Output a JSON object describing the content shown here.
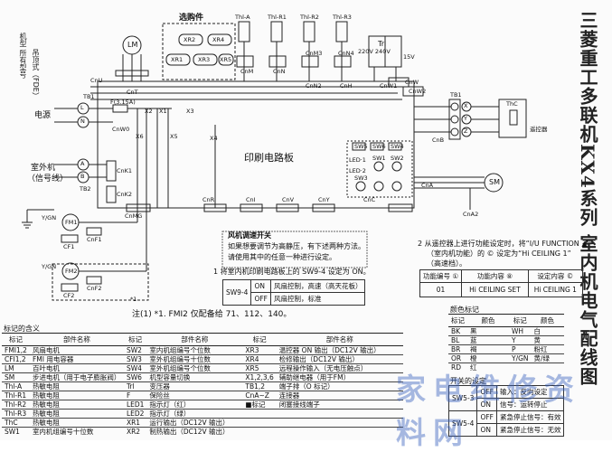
{
  "title": "三菱重工多联机KX4系列 室内机电气配线图",
  "side_note": "机型 所有型号",
  "side_note2": "吊顶式（FDE）",
  "options_label": "选购件",
  "pcb_label": "印刷电路板",
  "labels": {
    "power": "电源",
    "outdoor": "室外机",
    "signal": "（信号线）",
    "remote": "遥控器",
    "trl": "Trl",
    "tb1": "TB1",
    "tb2": "TB2",
    "fuse": "F(3.15A)",
    "lm": "LM",
    "sm": "SM",
    "fm1": "FM1",
    "fm2": "FM2",
    "cf1": "CF1",
    "cf2": "CF2",
    "cnf1": "CnF1",
    "cnf2": "CnF2",
    "ygn1": "Y/GN",
    "ygn2": "Y/GN",
    "star1": "*1",
    "tha": "Thl-A",
    "thr1": "Thl-R1",
    "thr2": "Thl-R2",
    "thr3": "Thl-R3",
    "thc": "ThC",
    "xr1": "XR1",
    "xr2": "XR2",
    "xr3": "XR3",
    "xr4": "XR4",
    "xr5": "XR5",
    "x1": "X1",
    "x2": "X2",
    "x3": "X3",
    "x4": "X4",
    "x5": "X5",
    "x6": "X6",
    "volt": "220V 240V",
    "v15": "15V",
    "cnu": "CnU",
    "cnt": "CnT",
    "cnw0": "CnW0",
    "cnk1": "CnK1",
    "cnk2": "CnK2",
    "cnmg": "CnMG",
    "cnr": "CnR",
    "cni": "CnI",
    "cnv": "CnV",
    "cny": "CnY",
    "cnc": "CnC",
    "cnb": "CnB",
    "cna": "CnA",
    "cna2": "CnA2",
    "cnw": "CnW",
    "cnn": "CnN",
    "cnm": "CnM",
    "cnm3": "CnM3",
    "cnn2": "CnN2",
    "cnn4": "CnN4",
    "cnh": "CnH",
    "cnw1": "CnW1",
    "cnw2": "CnW2",
    "sw5": "SW5",
    "sw6": "SW6",
    "sw4": "SW4",
    "sw1": "SW1",
    "sw2": "SW2",
    "sw3": "SW3",
    "led1": "LED·1",
    "led2": "LED·2",
    "l": "L",
    "n": "N",
    "a": "A",
    "b": "B",
    "x": "X",
    "y": "Y",
    "z": "Z",
    "red": "RD",
    "wh": "WH",
    "bk": "BK",
    "bl": "BL",
    "or": "OR"
  },
  "fan_notes": {
    "heading": "风机调速开关",
    "line1": "如果想要调节为高静压，有下述两种方法。",
    "line2": "请使用其中的任意一种进行设定。",
    "step1": "1  将室内机印刷电路板上的 SW9-4 设定为 ON。",
    "sw_table": [
      [
        "SW9-4",
        "ON",
        "风扇控制，高速（高天花板）"
      ],
      [
        "",
        "OFF",
        "风扇控制，标准"
      ]
    ],
    "step2": "2  从遥控器上进行功能设定时，将“I/U FUNCTION ▲”",
    "step2b": "（室内机功能）的 © 设定为“Hi CEILING 1”",
    "step2c": "（高速档）。",
    "func_headers": [
      "功能编号 ①",
      "功能内容 ⑧",
      "设定内容 ©"
    ],
    "func_row": [
      "01",
      "Hi CEILING SET",
      "Hi CEILING 1"
    ]
  },
  "note1": "注(1) *1. FMI2 仅配备给 71、112、140。",
  "legend": {
    "title": "标记的含义",
    "headers": [
      "标记",
      "部件名称",
      "标记",
      "部件名称",
      "标记",
      "部件名称"
    ],
    "rows": [
      [
        "FMI1,2",
        "风扇电机",
        "SW2",
        "室内机组编号个位数",
        "XR3",
        "温控器 ON 输出（DC12V 输出）"
      ],
      [
        "CFI1,2",
        "FMI 用电容器",
        "SW3",
        "室外机组编号十位数",
        "XR4",
        "检修输出（DC12V 输出）"
      ],
      [
        "LM",
        "百叶电机",
        "SW4",
        "室外机组编号个位数",
        "XR5",
        "远程操作输入（无电压触点）"
      ],
      [
        "SM",
        "步进电机（用于电子膨胀阀）",
        "SW6",
        "机型容量切换",
        "X1,2,3,6",
        "辅助继电器（用于FM）"
      ],
      [
        "Thl-A",
        "热敏电阻",
        "Trl",
        "变压器",
        "TB1,2",
        "端子排（O 标记）"
      ],
      [
        "Thl-R1",
        "热敏电阻",
        "F",
        "保险丝",
        "CnA~Z",
        "连接器"
      ],
      [
        "Thl-R2",
        "热敏电阻",
        "LED1",
        "指示灯（红）",
        "■标记",
        "闭塞接线端子"
      ],
      [
        "Thl-R3",
        "热敏电阻",
        "LED2",
        "指示灯（绿）",
        "",
        ""
      ],
      [
        "ThC",
        "热敏电阻",
        "XR1",
        "运行输出（DC12V 输出）",
        "",
        ""
      ],
      [
        "SW1",
        "室内机组编号十位数",
        "XR2",
        "制热输出（DC12V 输出）",
        "",
        ""
      ]
    ]
  },
  "colors_table": {
    "title": "颜色标记",
    "headers": [
      "标记",
      "颜色",
      "标记",
      "颜色"
    ],
    "rows": [
      [
        "BK",
        "黑",
        "WH",
        "白"
      ],
      [
        "BL",
        "蓝",
        "Y",
        "黄"
      ],
      [
        "BR",
        "褐",
        "P",
        "粉红"
      ],
      [
        "OR",
        "橙",
        "Y/GN",
        "黄/绿"
      ],
      [
        "RD",
        "红",
        "",
        ""
      ]
    ]
  },
  "sw5_table": {
    "title": "开关的设定",
    "rows": [
      [
        "SW5-3",
        "OFF",
        "输入：反向设定"
      ],
      [
        "",
        "ON",
        "信号：运转停止"
      ],
      [
        "SW5-4",
        "OFF",
        "紧急停止信号：有效"
      ],
      [
        "",
        "ON",
        "紧急停止信号：无效"
      ]
    ]
  },
  "watermark": "家电维修资料网"
}
